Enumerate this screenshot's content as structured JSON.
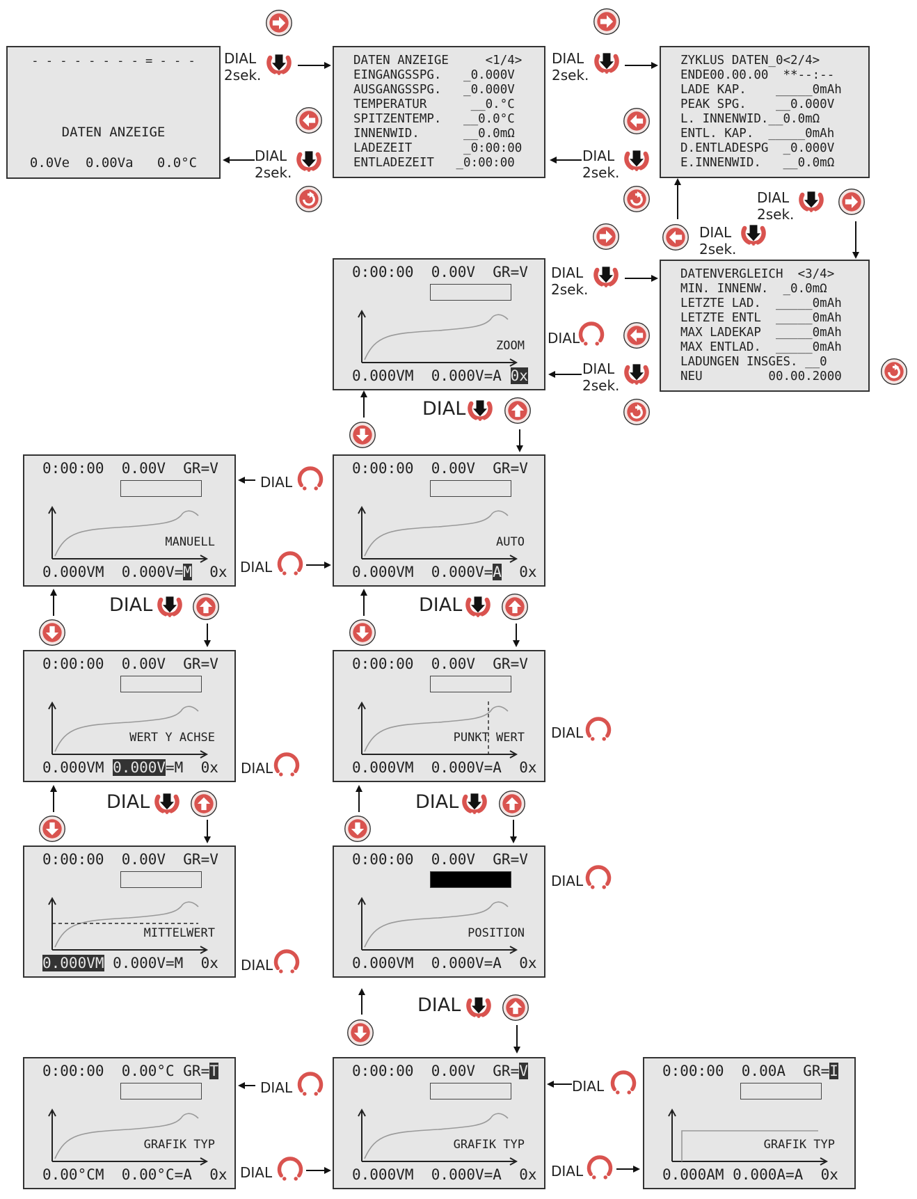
{
  "dial_label": "DIAL",
  "hold_label": "2sek.",
  "colors": {
    "button_red": "#d9534f",
    "screen_bg": "#e6e6e6",
    "curve": "#999999"
  },
  "text_screens": [
    {
      "id": "s-blank",
      "lines": [
        {
          "t": "- - - - - - - - = - - -"
        },
        {
          "t": "DATEN ANZEIGE"
        },
        {
          "t": "0.0Ve  0.00Va   0.0°C"
        }
      ]
    },
    {
      "id": "s-data1",
      "lines": [
        {
          "t": "DATEN ANZEIGE     <1/4>"
        },
        {
          "t": "EINGANGSSPG.   _0.000V"
        },
        {
          "t": "AUSGANGSSPG.   _0.000V"
        },
        {
          "t": "TEMPERATUR      __0.°C"
        },
        {
          "t": "SPITZENTEMP.   __0.0°C"
        },
        {
          "t": "INNENWID.      __0.0mΩ"
        },
        {
          "t": "LADEZEIT       _0:00:00"
        },
        {
          "t": "ENTLADEZEIT   _0:00:00"
        }
      ]
    },
    {
      "id": "s-data2",
      "lines": [
        {
          "t": "ZYKLUS DATEN_0<2/4>"
        },
        {
          "t": "ENDE00.00.00  **--:--"
        },
        {
          "t": "LADE KAP.    _____0mAh"
        },
        {
          "t": "PEAK SPG.    __0.000V"
        },
        {
          "t": "L. INNENWID.__0.0mΩ"
        },
        {
          "t": "ENTL. KAP.  _____0mAh"
        },
        {
          "t": "D.ENTLADESPG  _0.000V"
        },
        {
          "t": "E.INNENWID.   __0.0mΩ"
        }
      ]
    },
    {
      "id": "s-data3",
      "lines": [
        {
          "t": "DATENVERGLEICH  <3/4>"
        },
        {
          "t": "MIN. INNENW.  _0.0mΩ"
        },
        {
          "t": "LETZTE LAD.  _____0mAh"
        },
        {
          "t": "LETZTE ENTL  _____0mAh"
        },
        {
          "t": "MAX LADEKAP  _____0mAh"
        },
        {
          "t": "MAX ENTLAD.  _____0mAh"
        },
        {
          "t": "LADUNGEN INSGES. __0"
        },
        {
          "t": "NEU         00.00.2000"
        }
      ]
    }
  ],
  "graph_screens": [
    {
      "id": "g-zoom",
      "top_segs": [
        {
          "t": "0:00:00  0.00V  GR=V"
        }
      ],
      "label": "ZOOM",
      "bottom_segs": [
        {
          "t": "0.000VM  0.000V=A "
        },
        {
          "t": "0x",
          "hl": true
        }
      ]
    },
    {
      "id": "g-manuell",
      "top_segs": [
        {
          "t": "0:00:00  0.00V  GR=V"
        }
      ],
      "label": "MANUELL",
      "bottom_segs": [
        {
          "t": "0.000VM  0.000V="
        },
        {
          "t": "M",
          "hl": true
        },
        {
          "t": "  0x"
        }
      ]
    },
    {
      "id": "g-auto",
      "top_segs": [
        {
          "t": "0:00:00  0.00V  GR=V"
        }
      ],
      "label": "AUTO",
      "bottom_segs": [
        {
          "t": "0.000VM  0.000V="
        },
        {
          "t": "A",
          "hl": true
        },
        {
          "t": "  0x"
        }
      ]
    },
    {
      "id": "g-wert",
      "top_segs": [
        {
          "t": "0:00:00  0.00V  GR=V"
        }
      ],
      "label": "WERT Y ACHSE",
      "bottom_segs": [
        {
          "t": "0.000VM "
        },
        {
          "t": "0.000V",
          "hl": true
        },
        {
          "t": "=M  0x"
        }
      ]
    },
    {
      "id": "g-punkt",
      "top_segs": [
        {
          "t": "0:00:00  0.00V  GR=V"
        }
      ],
      "label": "PUNKT WERT",
      "bottom_segs": [
        {
          "t": "0.000VM  0.000V=A  0x"
        }
      ]
    },
    {
      "id": "g-mittel",
      "top_segs": [
        {
          "t": "0:00:00  0.00V  GR=V"
        }
      ],
      "label": "MITTELWERT",
      "bottom_segs": [
        {
          "t": "0.000VM",
          "hl": true
        },
        {
          "t": " 0.000V=M  0x"
        }
      ]
    },
    {
      "id": "g-position",
      "top_segs": [
        {
          "t": "0:00:00  0.00V  GR=V"
        }
      ],
      "label": "POSITION",
      "bottom_segs": [
        {
          "t": "0.000VM  0.000V=A  0x"
        }
      ]
    },
    {
      "id": "g-typ-t",
      "top_segs": [
        {
          "t": "0:00:00  0.00°C GR="
        },
        {
          "t": "T",
          "hl": true
        }
      ],
      "label": "GRAFIK TYP",
      "bottom_segs": [
        {
          "t": "0.00°CM  0.00°C=A  0x"
        }
      ]
    },
    {
      "id": "g-typ-v",
      "top_segs": [
        {
          "t": "0:00:00  0.00V  GR="
        },
        {
          "t": "V",
          "hl": true
        }
      ],
      "label": "GRAFIK TYP",
      "bottom_segs": [
        {
          "t": "0.000VM  0.000V=A  0x"
        }
      ]
    },
    {
      "id": "g-typ-i",
      "top_segs": [
        {
          "t": "0:00:00  0.00A  GR="
        },
        {
          "t": "I",
          "hl": true
        }
      ],
      "label": "GRAFIK TYP",
      "bottom_segs": [
        {
          "t": "0.000AM 0.000A=A  0x"
        }
      ]
    }
  ]
}
